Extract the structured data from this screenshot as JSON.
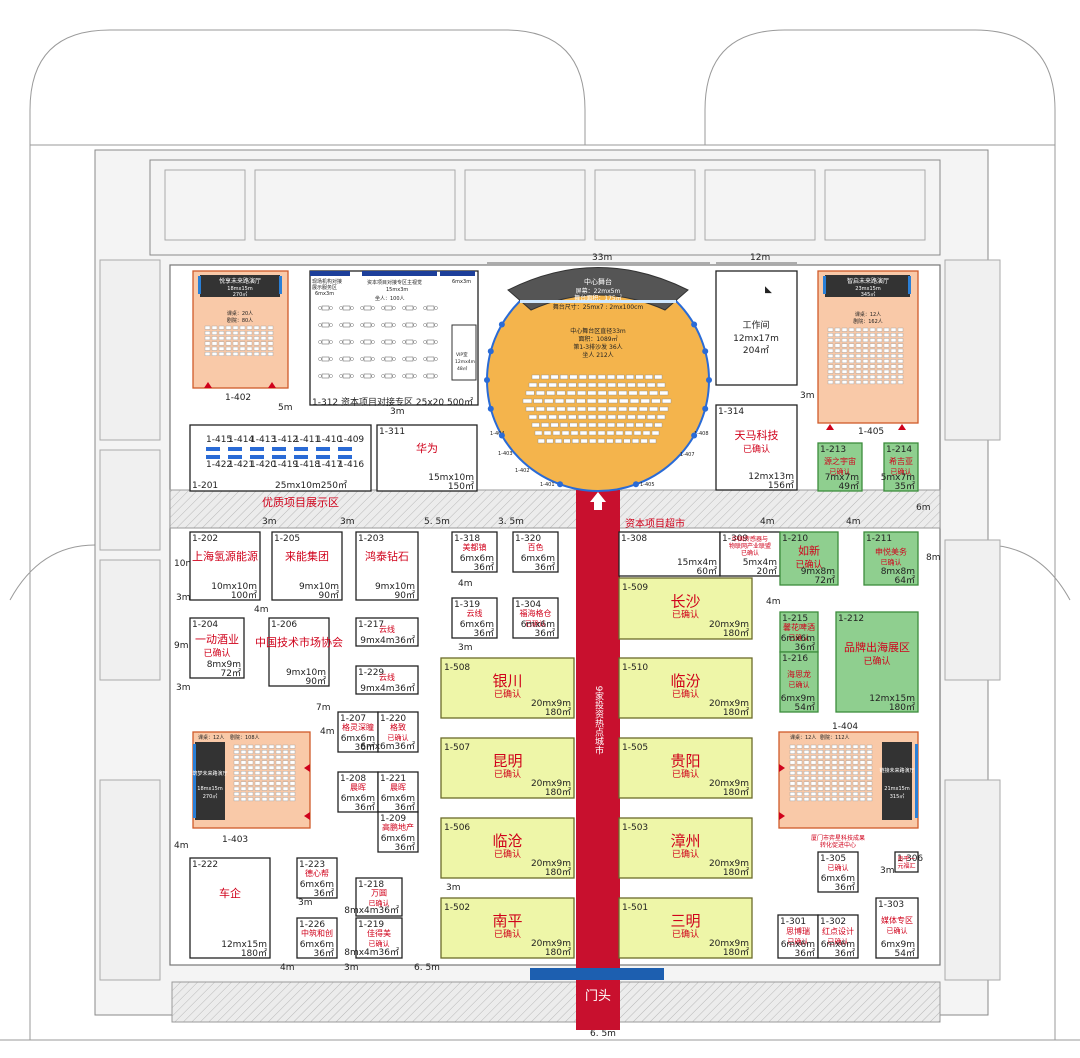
{
  "map": {
    "dims": {
      "stage_width": "33m",
      "workshop_width": "12m",
      "aisle_5m": "5m",
      "aisle_3m": "3m",
      "aisle_4m": "4m",
      "aisle_5_5m": "5. 5m",
      "aisle_3_5m": "3. 5m",
      "aisle_10m": "10m",
      "aisle_9m": "9m",
      "aisle_7m": "7m",
      "aisle_6m": "6m",
      "aisle_8m": "8m",
      "aisle_6_5m": "6. 5m"
    },
    "corridor_labels": {
      "showcase": "优质项目展示区",
      "supermarket": "资本项目超市",
      "cities_vertical": "9家投资热点城市",
      "entrance": "门头"
    },
    "stage": {
      "title": "中心舞台",
      "screen": "屏幕：22mx5m",
      "stage_area": "舞台面积：175㎡",
      "stage_size": "舞台尺寸：25mx7 : 2mx100cm",
      "center_area": "中心舞台区直径33m",
      "center_area2": "面积：1089㎡",
      "seats": "第1-3排沙发 36人",
      "seats2": "坐人 212人",
      "door_labels": [
        "1-404",
        "1-403",
        "1-402",
        "1-401",
        "1-405",
        "1-406",
        "1-407",
        "1-408"
      ]
    },
    "top_left_hall": {
      "code": "1-402",
      "title": "悦享未来路演厅",
      "size": "18mx15m",
      "area": "270㎡",
      "seat1": "课桌：20人",
      "seat2": "剧院：80人"
    },
    "top_right_hall": {
      "code": "1-405",
      "title": "智启未来路演厅",
      "size": "23mx15m",
      "area": "345㎡",
      "seat1": "课桌：12人",
      "seat2": "剧院：162人"
    },
    "mid_left_hall": {
      "code": "1-403",
      "title": "筑梦未来路演厅",
      "size": "18mx15m",
      "area": "270㎡",
      "seat1": "课桌：12人",
      "seat2": "剧院：108人"
    },
    "mid_right_hall": {
      "code": "1-404",
      "title": "链接未来路演厅",
      "size": "21mx15m",
      "area": "315㎡",
      "seat1": "课桌：12人",
      "seat2": "剧院：112人"
    },
    "docking": {
      "code": "1-312",
      "title": "1-312 资本项目对接专区 25x20 500㎡",
      "header1": "现场机构对接",
      "header2": "展示服务区",
      "header3": "资本项目对接专区主视觉",
      "vip": "VIP室",
      "vip_size": "12mx4m",
      "vip_area": "48㎡",
      "sub1": "6mx3m",
      "sub2": "15mx3m",
      "sub3": "6mx3m",
      "seats": "坐人：100人"
    },
    "workshop": {
      "title": "工作间",
      "size": "12mx17m",
      "area": "204㎡"
    },
    "booth_1_201": {
      "code": "1-201",
      "size": "25mx10m250㎡",
      "top_row": [
        "1-415",
        "1-414",
        "1-413",
        "1-412",
        "1-411",
        "1-410",
        "1-409"
      ],
      "bottom_row": [
        "1-422",
        "1-421",
        "1-420",
        "1-419",
        "1-418",
        "1-417",
        "1-416"
      ]
    },
    "booths": [
      {
        "code": "1-311",
        "name": "华为",
        "size": "15mx10m",
        "area": "150㎡"
      },
      {
        "code": "1-314",
        "name": "天马科技",
        "status": "已确认",
        "size": "12mx13m",
        "area": "156㎡"
      },
      {
        "code": "1-213",
        "name": "源之宇宙",
        "status": "已确认",
        "size": "7mx7m",
        "area": "49㎡"
      },
      {
        "code": "1-214",
        "name": "希吉亚",
        "status": "已确认",
        "size": "5mx7m",
        "area": "35㎡"
      },
      {
        "code": "1-202",
        "name": "上海氢源能源",
        "size": "10mx10m",
        "area": "100㎡"
      },
      {
        "code": "1-205",
        "name": "来能集团",
        "size": "9mx10m",
        "area": "90㎡"
      },
      {
        "code": "1-203",
        "name": "鸿泰钻石",
        "size": "9mx10m",
        "area": "90㎡"
      },
      {
        "code": "1-318",
        "name": "美都镇",
        "size": "6mx6m",
        "area": "36㎡"
      },
      {
        "code": "1-320",
        "name": "百色",
        "size": "6mx6m",
        "area": "36㎡"
      },
      {
        "code": "1-308",
        "size": "15mx4m",
        "area": "60㎡"
      },
      {
        "code": "1-309",
        "size": "5mx4m",
        "area": "20㎡",
        "note1": "中国传感器与",
        "note2": "物联网产业联盟",
        "note3": "已确认"
      },
      {
        "code": "1-210",
        "name": "如新",
        "status": "已确认",
        "size": "9mx8m",
        "area": "72㎡"
      },
      {
        "code": "1-211",
        "name": "申悦美务",
        "status": "已确认",
        "size": "8mx8m",
        "area": "64㎡"
      },
      {
        "code": "1-319",
        "name": "云线",
        "size": "6mx6m",
        "area": "36㎡"
      },
      {
        "code": "1-304",
        "name": "福海格仓",
        "status": "已确认",
        "size": "6mx6m",
        "area": "36㎡"
      },
      {
        "code": "1-204",
        "name": "一动酒业",
        "status": "已确认",
        "size": "8mx9m",
        "area": "72㎡"
      },
      {
        "code": "1-206",
        "name": "中国技术市场协会",
        "size": "9mx10m",
        "area": "90㎡"
      },
      {
        "code": "1-217",
        "name": "云线",
        "size": "9mx4m36㎡"
      },
      {
        "code": "1-229",
        "name": "云线",
        "size": "9mx4m36㎡"
      },
      {
        "code": "1-215",
        "name": "馨花啤酒",
        "status": "已确认",
        "size": "6mx6m",
        "area": "36㎡"
      },
      {
        "code": "1-216",
        "name": "海思龙",
        "status": "已确认",
        "size": "6mx9m",
        "area": "54㎡"
      },
      {
        "code": "1-212",
        "name": "品牌出海展区",
        "status": "已确认",
        "size": "12mx15m",
        "area": "180㎡"
      },
      {
        "code": "1-207",
        "name": "格灵深瞳",
        "size": "6mx6m",
        "area": "36㎡"
      },
      {
        "code": "1-220",
        "name": "格致",
        "status": "已确认",
        "size": "6mx6m36㎡"
      },
      {
        "code": "1-208",
        "name": "晨晖",
        "size": "6mx6m",
        "area": "36㎡"
      },
      {
        "code": "1-221",
        "name": "晨晖",
        "size": "6mx6m",
        "area": "36㎡"
      },
      {
        "code": "1-209",
        "name": "高鹏地产",
        "size": "6mx6m",
        "area": "36㎡"
      },
      {
        "code": "1-222",
        "name": "车企",
        "size": "12mx15m",
        "area": "180㎡"
      },
      {
        "code": "1-223",
        "name": "德心帮",
        "size": "6mx6m",
        "area": "36㎡"
      },
      {
        "code": "1-226",
        "name": "中筑和创",
        "size": "6mx6m",
        "area": "36㎡"
      },
      {
        "code": "1-218",
        "name": "万圆",
        "status": "已确认",
        "size": "8mx4m36㎡"
      },
      {
        "code": "1-219",
        "name": "佳得美",
        "status": "已确认",
        "size": "8mx4m36㎡"
      },
      {
        "code": "1-305",
        "status": "已确认",
        "size": "6mx6m",
        "area": "36㎡",
        "note1": "厦门市弈星科技成果",
        "note2": "转化促进中心"
      },
      {
        "code": "1-306",
        "note1": "南平一",
        "note2": "元福汇"
      },
      {
        "code": "1-301",
        "name": "思博瑞",
        "status": "已确认",
        "size": "6mx6m",
        "area": "36㎡"
      },
      {
        "code": "1-302",
        "name": "红点设计",
        "status": "已确认",
        "size": "6mx6m",
        "area": "36㎡"
      },
      {
        "code": "1-303",
        "name": "媒体专区",
        "status": "已确认",
        "size": "6mx9m",
        "area": "54㎡"
      }
    ],
    "city_booths": [
      {
        "code": "1-509",
        "name": "长沙",
        "status": "已确认",
        "size": "20mx9m",
        "area": "180㎡"
      },
      {
        "code": "1-508",
        "name": "银川",
        "status": "已确认",
        "size": "20mx9m",
        "area": "180㎡"
      },
      {
        "code": "1-510",
        "name": "临汾",
        "status": "已确认",
        "size": "20mx9m",
        "area": "180㎡"
      },
      {
        "code": "1-507",
        "name": "昆明",
        "status": "已确认",
        "size": "20mx9m",
        "area": "180㎡"
      },
      {
        "code": "1-505",
        "name": "贵阳",
        "status": "已确认",
        "size": "20mx9m",
        "area": "180㎡"
      },
      {
        "code": "1-506",
        "name": "临沧",
        "status": "已确认",
        "size": "20mx9m",
        "area": "180㎡"
      },
      {
        "code": "1-503",
        "name": "漳州",
        "status": "已确认",
        "size": "20mx9m",
        "area": "180㎡"
      },
      {
        "code": "1-502",
        "name": "南平",
        "status": "已确认",
        "size": "20mx9m",
        "area": "180㎡"
      },
      {
        "code": "1-501",
        "name": "三明",
        "status": "已确认",
        "size": "20mx9m",
        "area": "180㎡"
      }
    ]
  }
}
